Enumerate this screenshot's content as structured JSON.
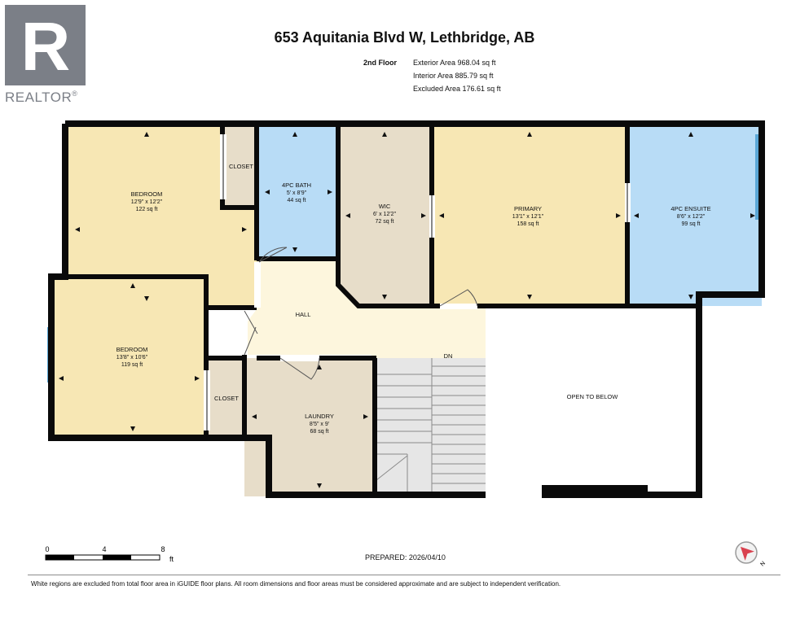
{
  "header": {
    "logo_letter": "R",
    "logo_word": "REALTOR",
    "logo_mark": "®",
    "title": "653 Aquitania Blvd W, Lethbridge, AB"
  },
  "areas": {
    "floor": "2nd Floor",
    "exterior": "Exterior Area 968.04 sq ft",
    "interior": "Interior Area 885.79 sq ft",
    "excluded": "Excluded Area 176.61 sq ft"
  },
  "rooms": {
    "bedroom1": {
      "name": "BEDROOM",
      "dims": "12'9\" x 12'2\"",
      "area": "122 sq ft"
    },
    "closet1": {
      "name": "CLOSET"
    },
    "bath": {
      "name": "4PC BATH",
      "dims": "5' x 8'9\"",
      "area": "44 sq ft"
    },
    "wic": {
      "name": "WIC",
      "dims": "6' x 12'2\"",
      "area": "72 sq ft"
    },
    "primary": {
      "name": "PRIMARY",
      "dims": "13'1\" x 12'1\"",
      "area": "158 sq ft"
    },
    "ensuite": {
      "name": "4PC ENSUITE",
      "dims": "8'6\" x 12'2\"",
      "area": "99 sq ft"
    },
    "hall": {
      "name": "HALL"
    },
    "stairs": {
      "name": "DN"
    },
    "bedroom2": {
      "name": "BEDROOM",
      "dims": "13'8\" x 10'6\"",
      "area": "119 sq ft"
    },
    "closet2": {
      "name": "CLOSET"
    },
    "laundry": {
      "name": "LAUNDRY",
      "dims": "8'5\" x 9'",
      "area": "68 sq ft"
    },
    "open": {
      "name": "OPEN TO BELOW"
    }
  },
  "scale": {
    "t0": "0",
    "t4": "4",
    "t8": "8",
    "unit": "ft"
  },
  "prepared": "PREPARED: 2026/04/10",
  "compass_label": "N",
  "disclaimer": "White regions are excluded from total floor area in iGUIDE floor plans. All room dimensions and floor areas must be considered approximate and are subject to independent verification.",
  "colors": {
    "bedroom": "#f7e7b4",
    "bath": "#b8dcf6",
    "wic_laundry": "#e7ddc9",
    "hall": "#fdf6dd",
    "stairs": "#e6e6e6",
    "wall": "#0a0a0a",
    "window": "#5aa7d6",
    "logo": "#7b7f87"
  }
}
